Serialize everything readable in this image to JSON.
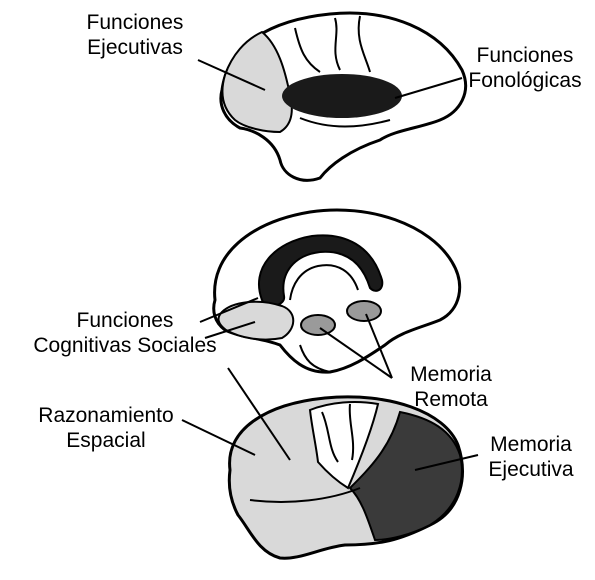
{
  "labels": {
    "funciones_ejecutivas": [
      "Funciones",
      "Ejecutivas"
    ],
    "funciones_fonologicas": [
      "Funciones",
      "Fonológicas"
    ],
    "funciones_cognitivas_sociales": [
      "Funciones",
      "Cognitivas Sociales"
    ],
    "memoria_remota": [
      "Memoria",
      "Remota"
    ],
    "razonamiento_espacial": [
      "Razonamiento",
      "Espacial"
    ],
    "memoria_ejecutiva": [
      "Memoria",
      "Ejecutiva"
    ]
  },
  "colors": {
    "outline": "#000000",
    "light_fill": "#d9d9d9",
    "dark_fill": "#1a1a1a",
    "dark_region": "#3a3a3a",
    "background": "#ffffff"
  }
}
